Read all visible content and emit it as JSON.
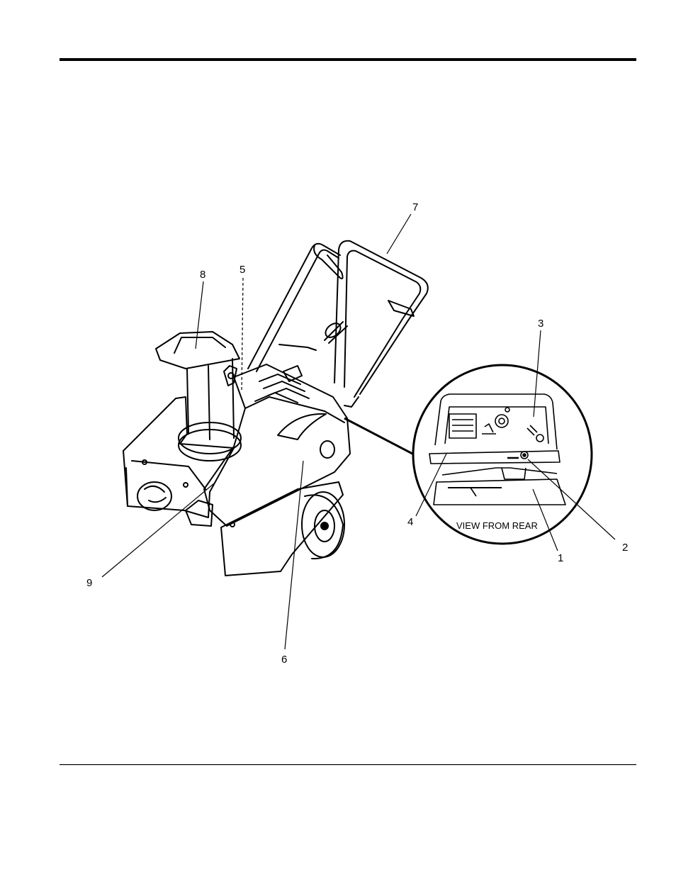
{
  "figure": {
    "callouts": [
      {
        "number": "1",
        "target": "inset-bottom-panel"
      },
      {
        "number": "2",
        "target": "drain-plug"
      },
      {
        "number": "3",
        "target": "engine-control-panel"
      },
      {
        "number": "4",
        "target": "rear-cover"
      },
      {
        "number": "5",
        "target": "chute-crank-knob"
      },
      {
        "number": "6",
        "target": "engine-housing"
      },
      {
        "number": "7",
        "target": "handle"
      },
      {
        "number": "8",
        "target": "discharge-chute-deflector"
      },
      {
        "number": "9",
        "target": "auger-housing"
      }
    ],
    "inset_caption": "VIEW FROM REAR"
  },
  "colors": {
    "line": "#000000",
    "paper": "#ffffff"
  }
}
